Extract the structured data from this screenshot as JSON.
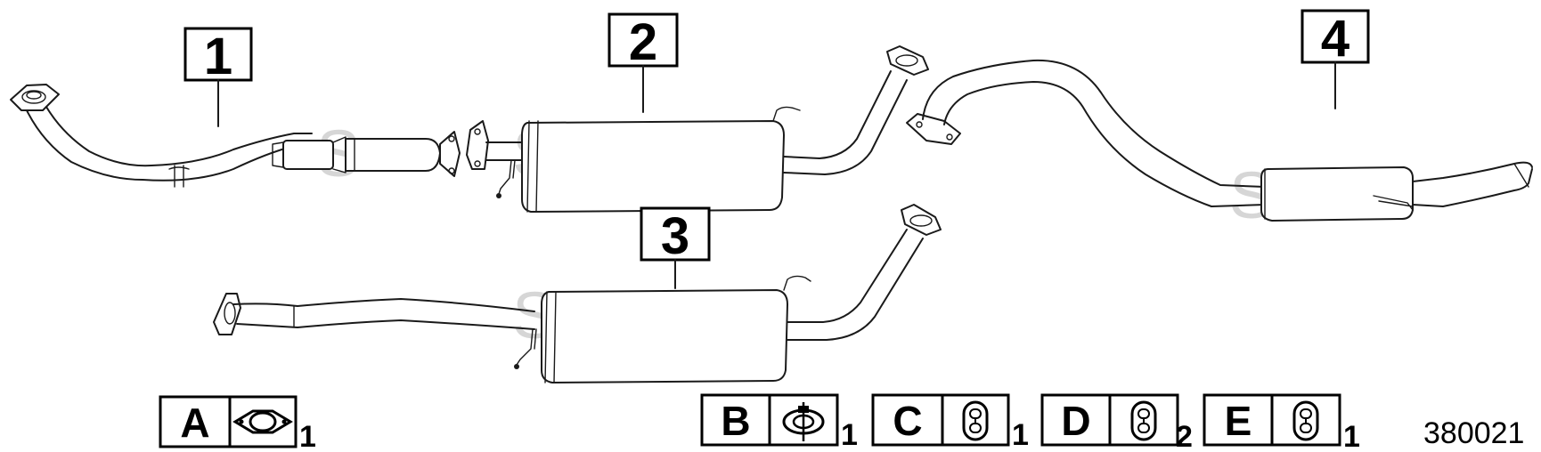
{
  "diagram": {
    "callouts": [
      {
        "label": "1"
      },
      {
        "label": "2"
      },
      {
        "label": "3"
      },
      {
        "label": "4"
      }
    ],
    "hardware_legend": [
      {
        "letter": "A",
        "icon": "flange-gasket-icon",
        "qty": "1"
      },
      {
        "letter": "B",
        "icon": "pipe-clamp-icon",
        "qty": "1"
      },
      {
        "letter": "C",
        "icon": "rubber-hanger-icon",
        "qty": "1"
      },
      {
        "letter": "D",
        "icon": "rubber-hanger-icon",
        "qty": "2"
      },
      {
        "letter": "E",
        "icon": "rubber-hanger-icon",
        "qty": "1"
      }
    ],
    "drawing_number": "380021",
    "watermark": "S"
  }
}
